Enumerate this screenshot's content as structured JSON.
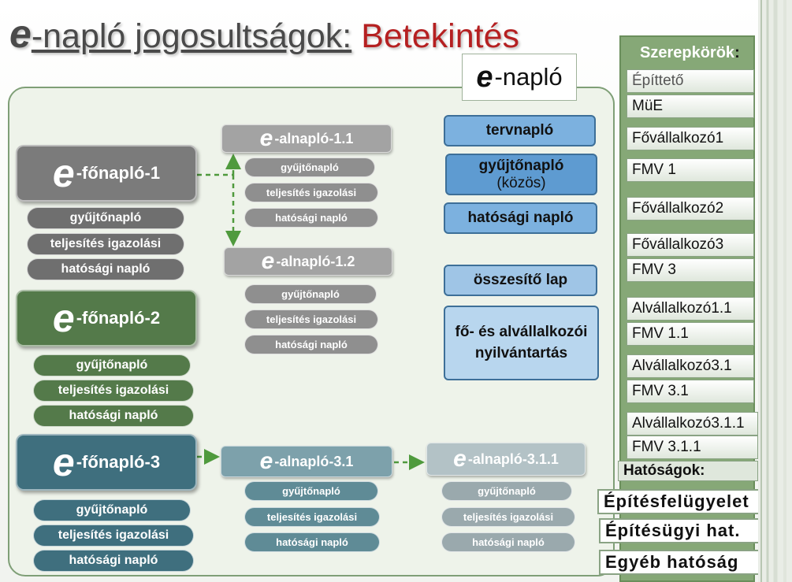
{
  "title": {
    "e": "e",
    "main": "-napló jogosultságok:",
    "red": "Betekintés"
  },
  "enaplo_label": {
    "e": "e",
    "rest": "-napló"
  },
  "main_diaries": [
    {
      "e": "e",
      "label": "-főnapló-1",
      "items": [
        "gyűjtőnapló",
        "teljesítés igazolási",
        "hatósági napló"
      ]
    },
    {
      "e": "e",
      "label": "-főnapló-2",
      "items": [
        "gyűjtőnapló",
        "teljesítés igazolási",
        "hatósági napló"
      ]
    },
    {
      "e": "e",
      "label": "-főnapló-3",
      "items": [
        "gyűjtőnapló",
        "teljesítés igazolási",
        "hatósági napló"
      ]
    }
  ],
  "sub_diaries": [
    {
      "e": "e",
      "label": "-alnapló-1.1",
      "items": [
        "gyűjtőnapló",
        "teljesítés igazolási",
        "hatósági napló"
      ]
    },
    {
      "e": "e",
      "label": "-alnapló-1.2",
      "items": [
        "gyűjtőnapló",
        "teljesítés igazolási",
        "hatósági napló"
      ]
    },
    {
      "e": "e",
      "label": "-alnapló-3.1",
      "items": [
        "gyűjtőnapló",
        "teljesítés igazolási",
        "hatósági napló"
      ]
    },
    {
      "e": "e",
      "label": "-alnapló-3.1.1",
      "items": [
        "gyűjtőnapló",
        "teljesítés igazolási",
        "hatósági napló"
      ]
    }
  ],
  "common": {
    "tervnaplo": "tervnapló",
    "gyujtonaplo": "gyűjtőnapló",
    "kozos": "(közös)",
    "hatosagi": "hatósági napló",
    "osszesito": "összesítő lap",
    "nyilvantartas": "fő- és alvállalkozói nyilvántartás"
  },
  "roles": {
    "header": "Szerepkörök",
    "colon": ":",
    "items": [
      "Építtető",
      "MüE",
      "Fővállalkozó1",
      "FMV 1",
      "Fővállalkozó2",
      "Fővállalkozó3",
      "FMV 3",
      "Alvállalkozó1.1",
      "FMV 1.1",
      "Alvállalkozó3.1",
      "FMV 3.1",
      "Alvállalkozó3.1.1",
      "FMV 3.1.1"
    ]
  },
  "authorities": {
    "header": "Hatóságok:",
    "items": [
      "Építésfelügyelet",
      "Építésügyi hat.",
      "Egyéb hatóság"
    ]
  },
  "colors": {
    "title_red": "#b52021",
    "gray": "#7b7b7b",
    "green": "#547a4a",
    "teal": "#3f6f7e",
    "blue": "#5e9bd1",
    "arrow_green": "#4f9a3d"
  }
}
